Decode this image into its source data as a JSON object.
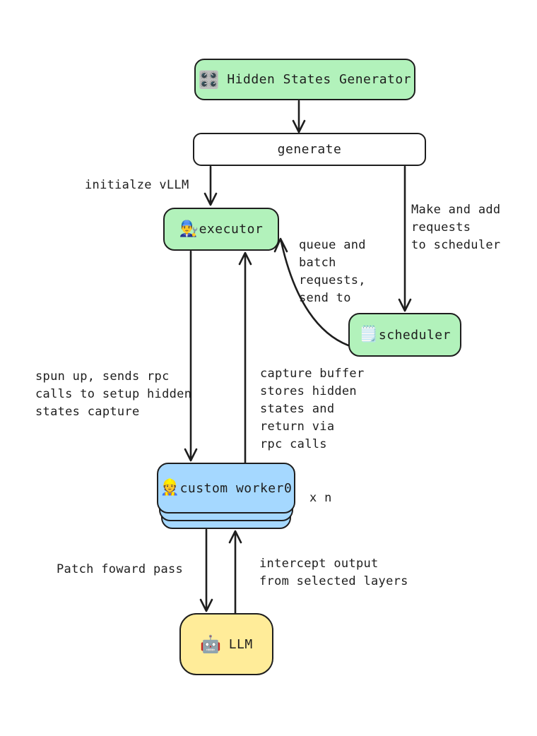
{
  "palette": {
    "ink": "#1e1e1e",
    "green": "#b2f2bb",
    "blue": "#a5d8ff",
    "yellow": "#ffec99"
  },
  "nodes": {
    "hidden_states_generator": {
      "icon": "🎛️",
      "label": "Hidden States Generator"
    },
    "generate": {
      "label": "generate"
    },
    "executor": {
      "icon": "👨‍🔧",
      "label": "executor"
    },
    "scheduler": {
      "icon": "🗒️",
      "label": "scheduler"
    },
    "custom_worker": {
      "icon": "👷",
      "label": "custom worker0",
      "multiplier": "x n"
    },
    "llm": {
      "icon": "🤖",
      "label": "LLM"
    }
  },
  "annotations": {
    "initialize_vllm": "initialze vLLM",
    "make_add_requests": "Make and add\nrequests\nto scheduler",
    "queue_batch": "queue and\nbatch\nrequests,\nsend to",
    "spun_up": "spun up, sends rpc\ncalls to setup hidden\nstates capture",
    "capture_buffer": "capture buffer\nstores hidden\nstates and\nreturn via\nrpc calls",
    "patch_forward": "Patch foward pass",
    "intercept_output": "intercept output\nfrom selected layers"
  }
}
